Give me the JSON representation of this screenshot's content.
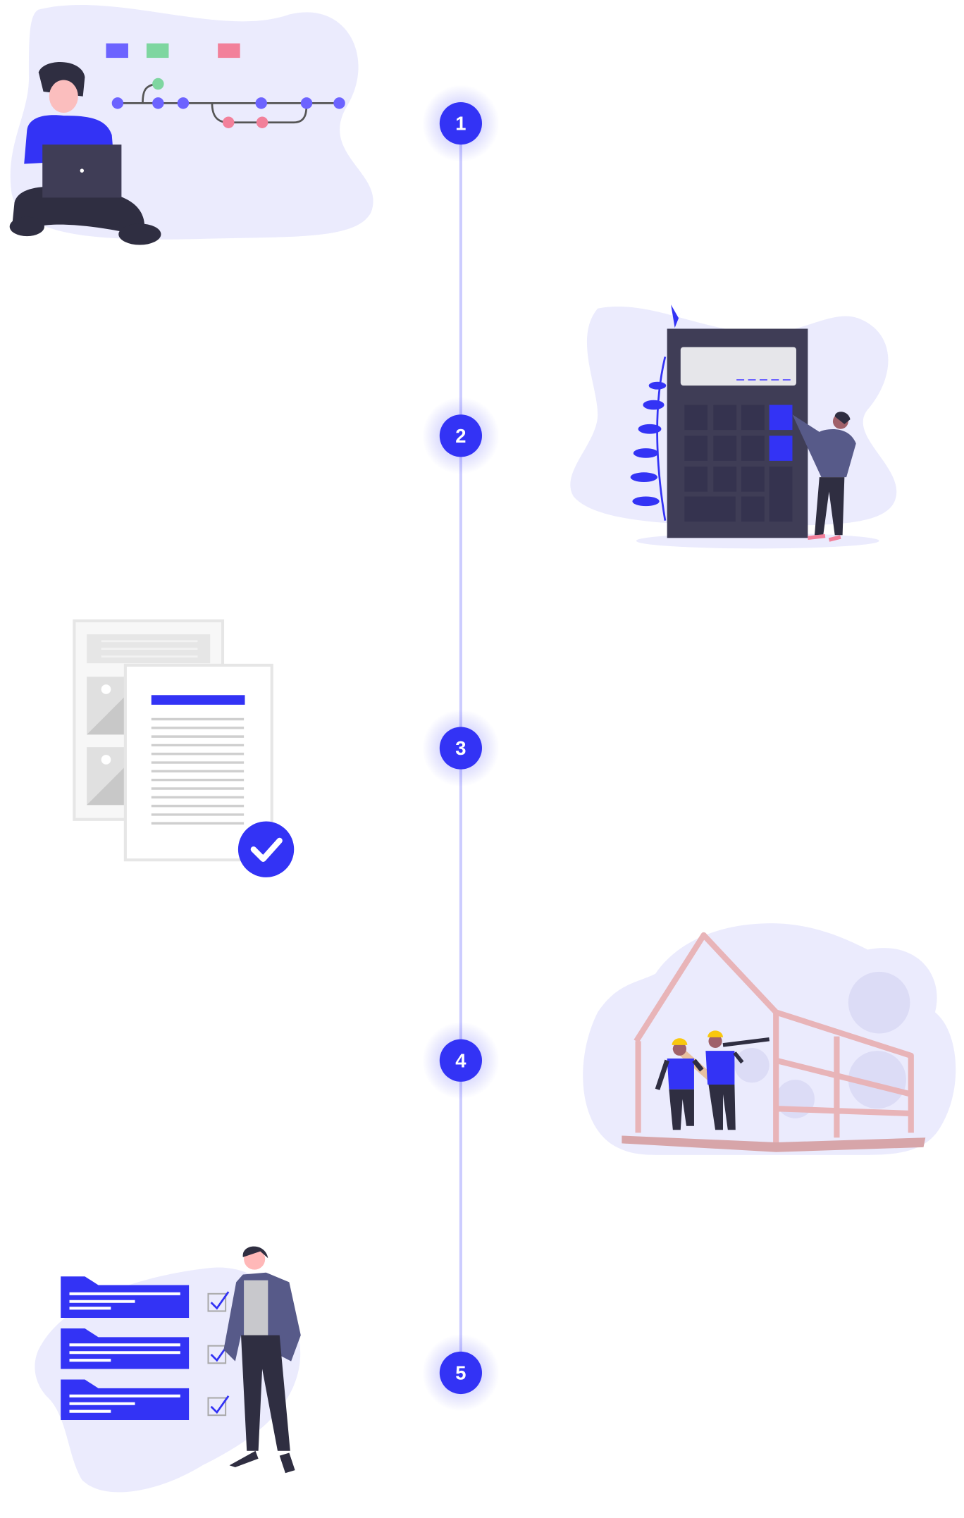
{
  "timeline": {
    "steps": [
      {
        "number": "1",
        "illustration": "developer-with-laptop"
      },
      {
        "number": "2",
        "illustration": "calculator"
      },
      {
        "number": "3",
        "illustration": "approved-documents"
      },
      {
        "number": "4",
        "illustration": "house-construction"
      },
      {
        "number": "5",
        "illustration": "checklist"
      }
    ],
    "colors": {
      "accent": "#3333f5",
      "line": "#ccccff",
      "blob": "#ebebfd",
      "dark": "#3f3d56",
      "pink": "#f2a0b0"
    }
  }
}
